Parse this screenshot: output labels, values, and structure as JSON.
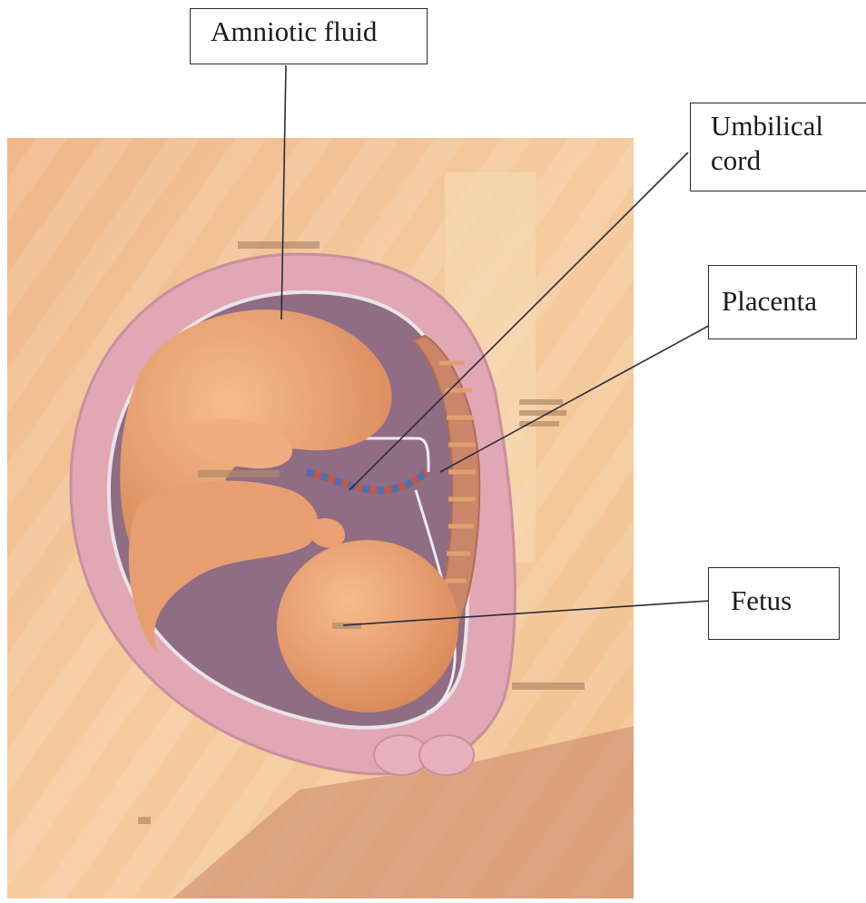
{
  "labels": {
    "amniotic_fluid": "Amniotic fluid",
    "umbilical_cord_line1": "Umbilical",
    "umbilical_cord_line2": "cord",
    "placenta": "Placenta",
    "fetus": "Fetus"
  },
  "colors": {
    "background": "#f2c496",
    "uterine_wall": "#e0a4b2",
    "cavity": "#8e6c82",
    "fetus_skin": "#eaa276",
    "placenta": "#c9876a",
    "cord_red": "#c0574a",
    "cord_blue": "#4e6fb0",
    "leader_line": "#2b2b3d"
  }
}
